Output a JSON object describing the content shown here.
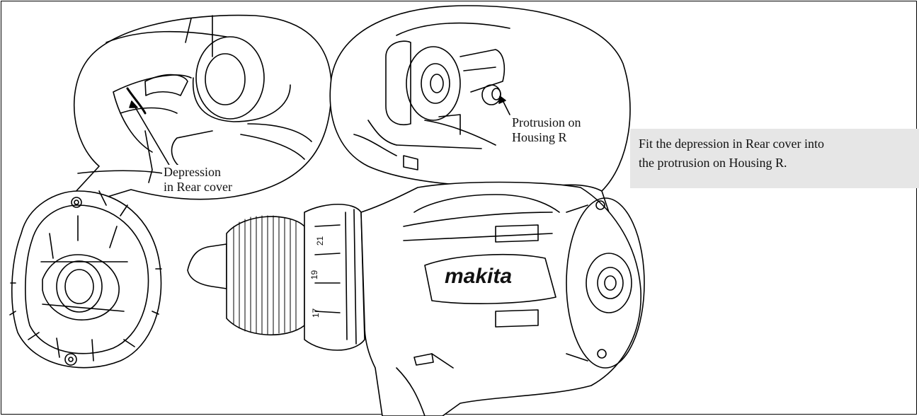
{
  "labels": {
    "depression_line1": "Depression",
    "depression_line2": "in Rear cover",
    "protrusion_line1": "Protrusion on",
    "protrusion_line2": "Housing R"
  },
  "instruction": {
    "line1": "Fit the depression in Rear cover into",
    "line2": "the protrusion on Housing R."
  },
  "branding": {
    "logo_text": "makita"
  },
  "clutch_numbers": [
    "21",
    "19",
    "17"
  ],
  "icons": [
    "rear-cover-part",
    "drill-assembly",
    "callout-bubble-left",
    "callout-bubble-right"
  ]
}
